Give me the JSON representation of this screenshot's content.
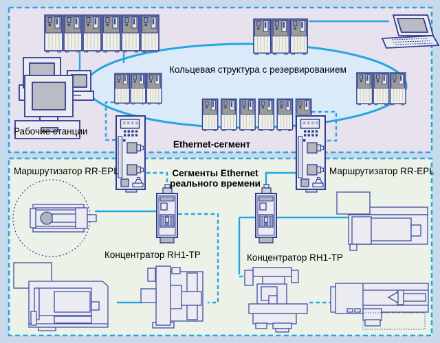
{
  "sections": {
    "backbone": {
      "ring_label": "Кольцевая структура с резервированием",
      "workstations_label": "Рабочие станции",
      "segment_label": "Ethernet-сегмент"
    },
    "realtime": {
      "segments_label_line1": "Сегменты Ethernet",
      "segments_label_line2": "реального времени",
      "router_left_label": "Маршрутизатор RR-EPL",
      "router_right_label": "Маршрутизатор RR-EPL",
      "hub_left_label": "Концентратор RH1-TP",
      "hub_right_label": "Концентратор RH1-TP"
    }
  },
  "colors": {
    "accent_cyan": "#25a5e2",
    "outline_navy": "#2e3d8f",
    "machine_outline": "#3e4fa0",
    "outer_background": "#c8d9ec",
    "backbone_section_bg": "#e8e1ee",
    "realtime_section_bg": "#ecf2e8",
    "ring_fill": "#dbeaf8",
    "rack_dark_gray": "#9b9b95",
    "device_fill": "#ebebf1",
    "label_color": "#000000"
  }
}
